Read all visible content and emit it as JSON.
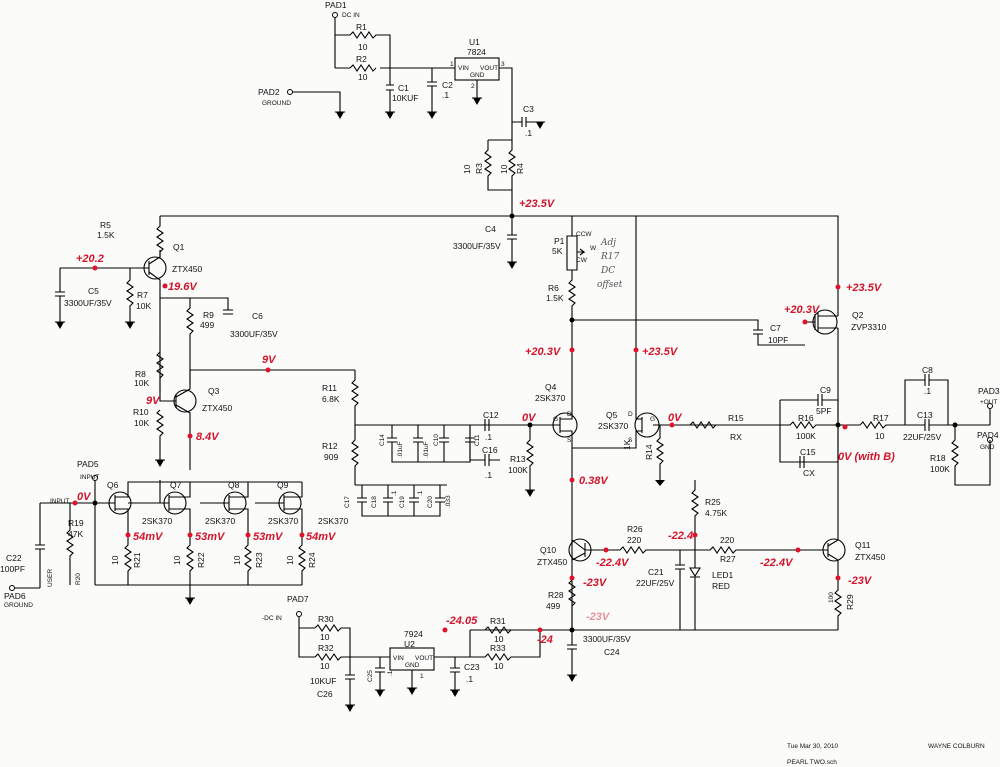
{
  "pads": {
    "pad1": "PAD1",
    "pad1_sub": "DC IN",
    "pad2": "PAD2",
    "pad2_sub": "GROUND",
    "pad3": "PAD3",
    "pad3_sub": "+OUT",
    "pad4": "PAD4",
    "pad4_sub": "GND",
    "pad5": "PAD5",
    "pad5_sub": "INPUT",
    "pad6": "PAD6",
    "pad6_sub": "GROUND",
    "pad7": "PAD7",
    "pad7_sub": "-DC IN"
  },
  "resistors": {
    "r1": "R1",
    "r1v": "10",
    "r2": "R2",
    "r2v": "10",
    "r3": "R3",
    "r3v": "10",
    "r4": "R4",
    "r4v": "10",
    "r5": "R5",
    "r5v": "1.5K",
    "r6": "R6",
    "r6v": "1.5K",
    "r7": "R7",
    "r7v": "10K",
    "r8": "R8",
    "r8v": "10K",
    "r9": "R9",
    "r9v": "499",
    "r10": "R10",
    "r10v": "10K",
    "r11": "R11",
    "r11v": "6.8K",
    "r12": "R12",
    "r12v": "909",
    "r13": "R13",
    "r13v": "100K",
    "r14": "R14",
    "r14v": "1K",
    "r15": "R15",
    "r15v": "RX",
    "r16": "R16",
    "r16v": "100K",
    "r17": "R17",
    "r17v": "10",
    "r18": "R18",
    "r18v": "100K",
    "r19": "R19",
    "r19v": "47K",
    "r20": "R20",
    "r20v": "USER",
    "r21": "R21",
    "r21v": "10",
    "r22": "R22",
    "r22v": "10",
    "r23": "R23",
    "r23v": "10",
    "r24": "R24",
    "r24v": "10",
    "r25": "R25",
    "r25v": "4.75K",
    "r26": "R26",
    "r26v": "220",
    "r27": "R27",
    "r27v": "220",
    "r28": "R28",
    "r28v": "499",
    "r29": "R29",
    "r29v": "100",
    "r30": "R30",
    "r30v": "10",
    "r31": "R31",
    "r31v": "10",
    "r32": "R32",
    "r32v": "10",
    "r33": "R33",
    "r33v": "10",
    "p1": "P1",
    "p1v": "5K",
    "ccw": "CCW",
    "cw": "CW",
    "wiper": "W"
  },
  "capacitors": {
    "c1": "C1",
    "c1v": "10KUF",
    "c2": "C2",
    "c2v": ".1",
    "c3": "C3",
    "c3v": ".1",
    "c4": "C4",
    "c4v": "3300UF/35V",
    "c5": "C5",
    "c5v": "3300UF/35V",
    "c6": "C6",
    "c6v": "3300UF/35V",
    "c7": "C7",
    "c7v": "10PF",
    "c8": "C8",
    "c8v": ".1",
    "c9": "C9",
    "c9v": "5PF",
    "c10": "C10",
    "c10v": ".01uF",
    "c11": "C11",
    "c12": "C12",
    "c12v": ".1",
    "c13": "C13",
    "c13v": "22UF/25V",
    "c14": "C14",
    "c14v": ".01uF",
    "c15": "C15",
    "c15v": "CX",
    "c16": "C16",
    "c16v": ".1",
    "c17": "C17",
    "c18": "C18",
    "c18v": ".1",
    "c19": "C19",
    "c19v": ".1",
    "c20": "C20",
    "c20v": ".033",
    "c21": "C21",
    "c21v": "22UF/25V",
    "c22": "C22",
    "c22v": "100PF",
    "c23": "C23",
    "c23v": ".1",
    "c24": "C24",
    "c24v": "3300UF/35V",
    "c25": "C25",
    "c25v": ".1",
    "c26": "C26",
    "c26v": "10KUF"
  },
  "semis": {
    "q1": "Q1",
    "q1v": "ZTX450",
    "q2": "Q2",
    "q2v": "ZVP3310",
    "q3": "Q3",
    "q3v": "ZTX450",
    "q4": "Q4",
    "q4v": "2SK370",
    "q5": "Q5",
    "q5v": "2SK370",
    "q6": "Q6",
    "q7": "Q7",
    "q8": "Q8",
    "q9": "Q9",
    "qjfet": "2SK370",
    "q10": "Q10",
    "q10v": "ZTX450",
    "q11": "Q11",
    "q11v": "ZTX450",
    "u1": "U1",
    "u1v": "7824",
    "u2": "U2",
    "u2v": "7924",
    "vin": "VIN",
    "vout": "VOUT",
    "gnd": "GND",
    "led1": "LED1",
    "led1v": "RED",
    "pin_g": "G",
    "pin_d": "D",
    "pin_s": "S",
    "pin1": "1",
    "pin2": "2",
    "pin3": "3"
  },
  "wire_labels": {
    "input": "INPUT"
  },
  "voltages": {
    "v1": "+23.5V",
    "v2": "+20.2",
    "v3": "19.6V",
    "v4": "9V",
    "v5": "9V",
    "v6": "8.4V",
    "v7": "0V",
    "v8": "0V",
    "v9": "0V",
    "v10": "+20.3V",
    "v11": "+23.5V",
    "v12": "+20.3V",
    "v13": "+23.5V",
    "v14": "0.38V",
    "v15": "0V (with B)",
    "v16": "54mV",
    "v17": "53mV",
    "v18": "53mV",
    "v19": "54mV",
    "v20": "-22.4V",
    "v21": "-22.4",
    "v22": "-22.4V",
    "v23": "-23V",
    "v24": "-23V",
    "v25": "-23V",
    "v26": "-24.05",
    "v27": "-24"
  },
  "handwriting": {
    "l1": "Adj",
    "l2": "R17",
    "l3": "DC",
    "l4": "offset"
  },
  "footer": {
    "date": "Tue Mar 30, 2010",
    "author": "WAYNE COLBURN",
    "file": "PEARL  TWO.sch"
  }
}
